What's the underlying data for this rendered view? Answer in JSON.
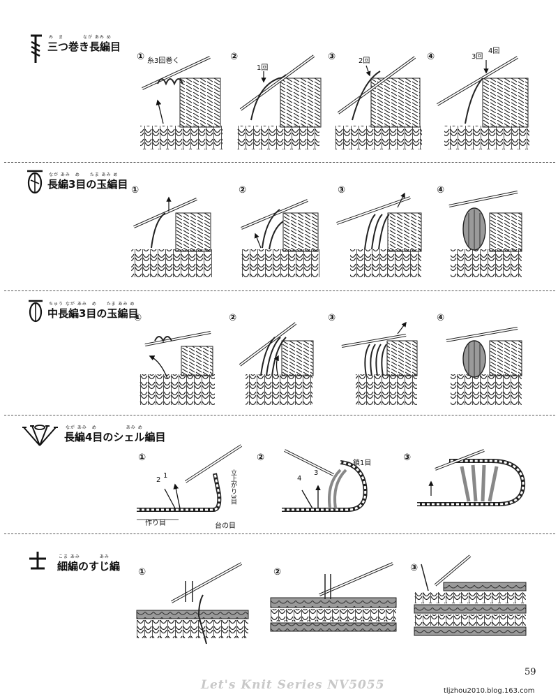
{
  "sections": [
    {
      "title": "三つ巻き長編目",
      "ruby": "み　ま　　　　なが あみ め",
      "symbol_icon": "triple-treble-symbol",
      "steps": [
        {
          "num": "①",
          "note": "糸3回巻く"
        },
        {
          "num": "②",
          "note": "1回"
        },
        {
          "num": "③",
          "note": "2回"
        },
        {
          "num": "④",
          "note": "3回",
          "note2": "4回"
        }
      ]
    },
    {
      "title": "長編3目の玉編目",
      "ruby": "なが あみ　め　　たま あみ め",
      "symbol_icon": "treble-puff-symbol",
      "steps": [
        {
          "num": "①"
        },
        {
          "num": "②"
        },
        {
          "num": "③"
        },
        {
          "num": "④"
        }
      ]
    },
    {
      "title": "中長編3目の玉編目",
      "ruby": "ちゅう なが あみ　め　　たま あみ め",
      "symbol_icon": "half-treble-puff-symbol",
      "steps": [
        {
          "num": "①"
        },
        {
          "num": "②"
        },
        {
          "num": "③"
        },
        {
          "num": "④"
        }
      ]
    },
    {
      "title": "長編4目のシェル編目",
      "ruby": "なが あみ　め　　　　　　あみ め",
      "symbol_icon": "shell-stitch-symbol",
      "steps": [
        {
          "num": "①",
          "notes": [
            "2",
            "1",
            "立上がり3目",
            "作り目",
            "台の目"
          ]
        },
        {
          "num": "②",
          "notes": [
            "鎖1目",
            "4",
            "3"
          ]
        },
        {
          "num": "③"
        }
      ]
    },
    {
      "title": "細編のすじ編",
      "ruby": "こま あみ　　　　あみ",
      "symbol_icon": "back-loop-single-crochet-symbol",
      "steps": [
        {
          "num": "①"
        },
        {
          "num": "②"
        },
        {
          "num": "③"
        }
      ]
    }
  ],
  "page_number": "59",
  "footer_text": "Let's Knit Series NV5055",
  "blog_text": "tljzhou2010.blog.163.com"
}
